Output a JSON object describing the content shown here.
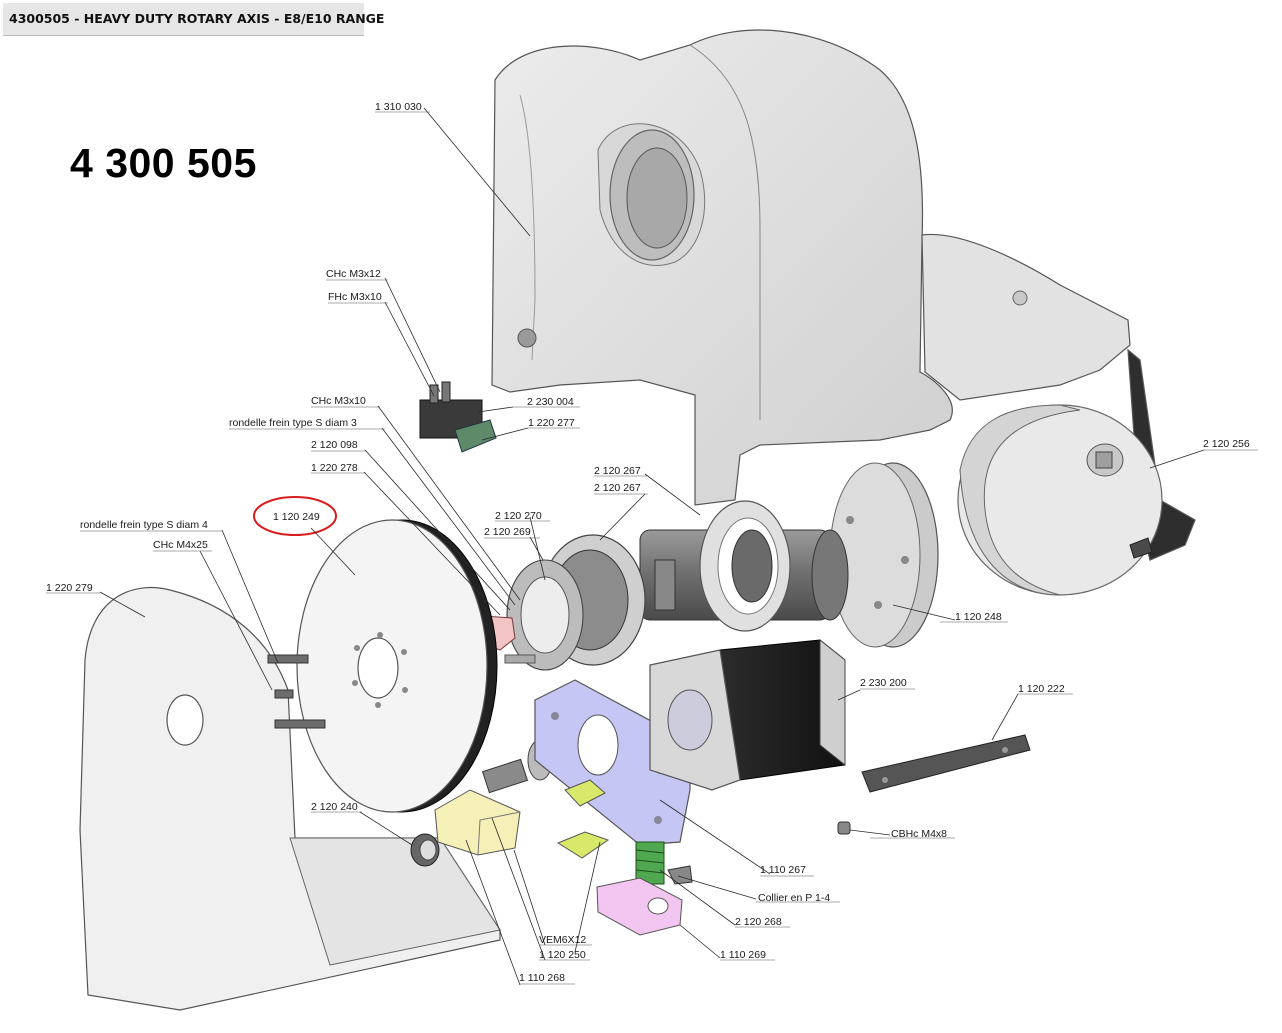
{
  "header": {
    "title": "4300505 - HEAVY DUTY ROTARY AXIS - E8/E10 RANGE"
  },
  "part_number": "4 300 505",
  "highlight_color": "#d91c1c",
  "callouts": {
    "c1310030": "1 310 030",
    "c_chc_m3x12": "CHc M3x12",
    "c_fhc_m3x10": "FHc M3x10",
    "c_chc_m3x10": "CHc M3x10",
    "c2230004": "2 230 004",
    "c1220277": "1 220 277",
    "c_rondelle_s3": "rondelle frein type S diam 3",
    "c2120098": "2 120 098",
    "c1220278": "1 220 278",
    "c2120267a": "2 120 267",
    "c2120267b": "2 120 267",
    "c2120256": "2 120 256",
    "c1120249": "1 120 249",
    "c2120270": "2 120 270",
    "c2120269": "2 120 269",
    "c_rondelle_s4": "rondelle frein type S diam 4",
    "c_chc_m4x25": "CHc M4x25",
    "c1220279": "1 220 279",
    "c1120248": "1 120 248",
    "c2230200": "2 230 200",
    "c1120222": "1 120 222",
    "c2120240": "2 120 240",
    "c_cbhc_m4x8": "CBHc M4x8",
    "c1110267": "1 110 267",
    "c_collier": "Collier en P 1-4",
    "c2120268": "2 120 268",
    "c_vem6x12": "VEM6X12",
    "c1120250": "1 120 250",
    "c1110269": "1 110 269",
    "c1110268": "1 110 268"
  },
  "parts": {
    "housing": "housing-casting",
    "chuck": "chuck",
    "pulley": "toothed-pulley",
    "cover": "cover-plate",
    "motor": "stepper-motor",
    "bracket": "motor-bracket",
    "bar": "flat-bar"
  }
}
